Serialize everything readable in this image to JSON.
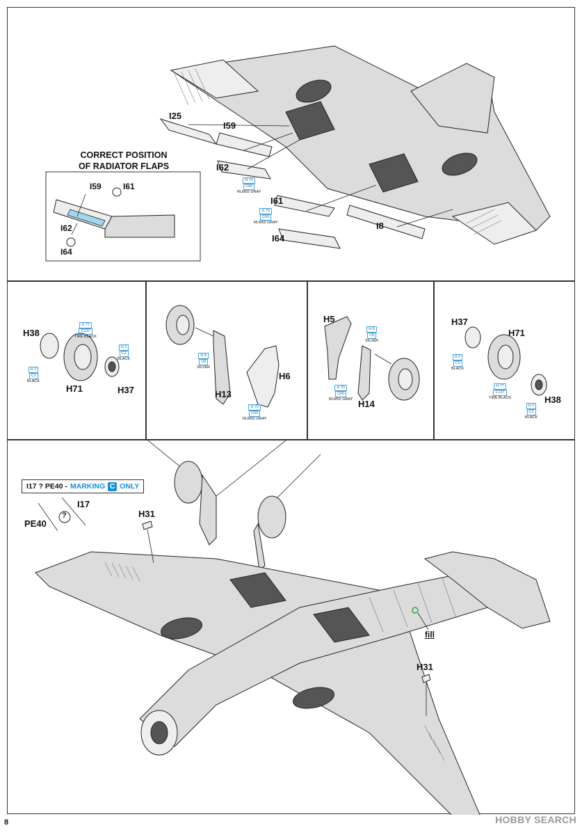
{
  "page_number": "8",
  "watermark": "HOBBY SEARCH",
  "top_panel": {
    "inset_title_line1": "CORRECT POSITION",
    "inset_title_line2": "OF RADIATOR FLAPS",
    "parts": {
      "i25": "I25",
      "i59": "I59",
      "i62": "I62",
      "i61": "I61",
      "i64": "I64",
      "i8": "I8"
    },
    "inset_parts": {
      "i59": "I59",
      "i61": "I61",
      "i62": "I62",
      "i64": "I64"
    },
    "paint_1": {
      "h": "H 70",
      "c": "C60",
      "name": "RLM02 GRAY"
    },
    "paint_2": {
      "h": "H 70",
      "c": "C60",
      "name": "RLM02 GRAY"
    }
  },
  "middle_left": {
    "parts": {
      "h38": "H38",
      "h71": "H71",
      "h37": "H37"
    },
    "paint_tire": {
      "h": "H 77",
      "c": "C137",
      "name": "TIRE BLACK"
    },
    "paint_black_1": {
      "h": "H 2",
      "c": "C2",
      "name": "BLACK"
    },
    "paint_black_2": {
      "h": "H 2",
      "c": "C2",
      "name": "BLACK"
    }
  },
  "middle_center_left": {
    "parts": {
      "h13": "H13",
      "h6": "H6"
    },
    "paint_silver": {
      "h": "H 8",
      "c": "C8",
      "name": "SILVER"
    },
    "paint_gray": {
      "h": "H 70",
      "c": "C60",
      "name": "RLM02 GRAY"
    }
  },
  "middle_center_right": {
    "parts": {
      "h5": "H5",
      "h14": "H14"
    },
    "paint_silver": {
      "h": "H 8",
      "c": "C8",
      "name": "SILVER"
    },
    "paint_gray": {
      "h": "H 70",
      "c": "C60",
      "name": "RLM02 GRAY"
    }
  },
  "middle_right": {
    "parts": {
      "h37": "H37",
      "h71": "H71",
      "h38": "H38"
    },
    "paint_black_1": {
      "h": "H 2",
      "c": "C2",
      "name": "BLACK"
    },
    "paint_tire": {
      "h": "H 77",
      "c": "C137",
      "name": "TIRE BLACK"
    },
    "paint_black_2": {
      "h": "H 2",
      "c": "C2",
      "name": "BLACK"
    }
  },
  "bottom_panel": {
    "marking_prefix": "I17 ? PE40 -",
    "marking_word": "MARKING",
    "marking_letter": "C",
    "marking_suffix": "ONLY",
    "parts": {
      "pe40": "PE40",
      "i17": "I17",
      "h31_a": "H31",
      "h31_b": "H31"
    },
    "question_mark": "?",
    "fill_label": "fill"
  },
  "colors": {
    "accent": "#1a8fd6",
    "paint_border": "#4aa3df"
  }
}
